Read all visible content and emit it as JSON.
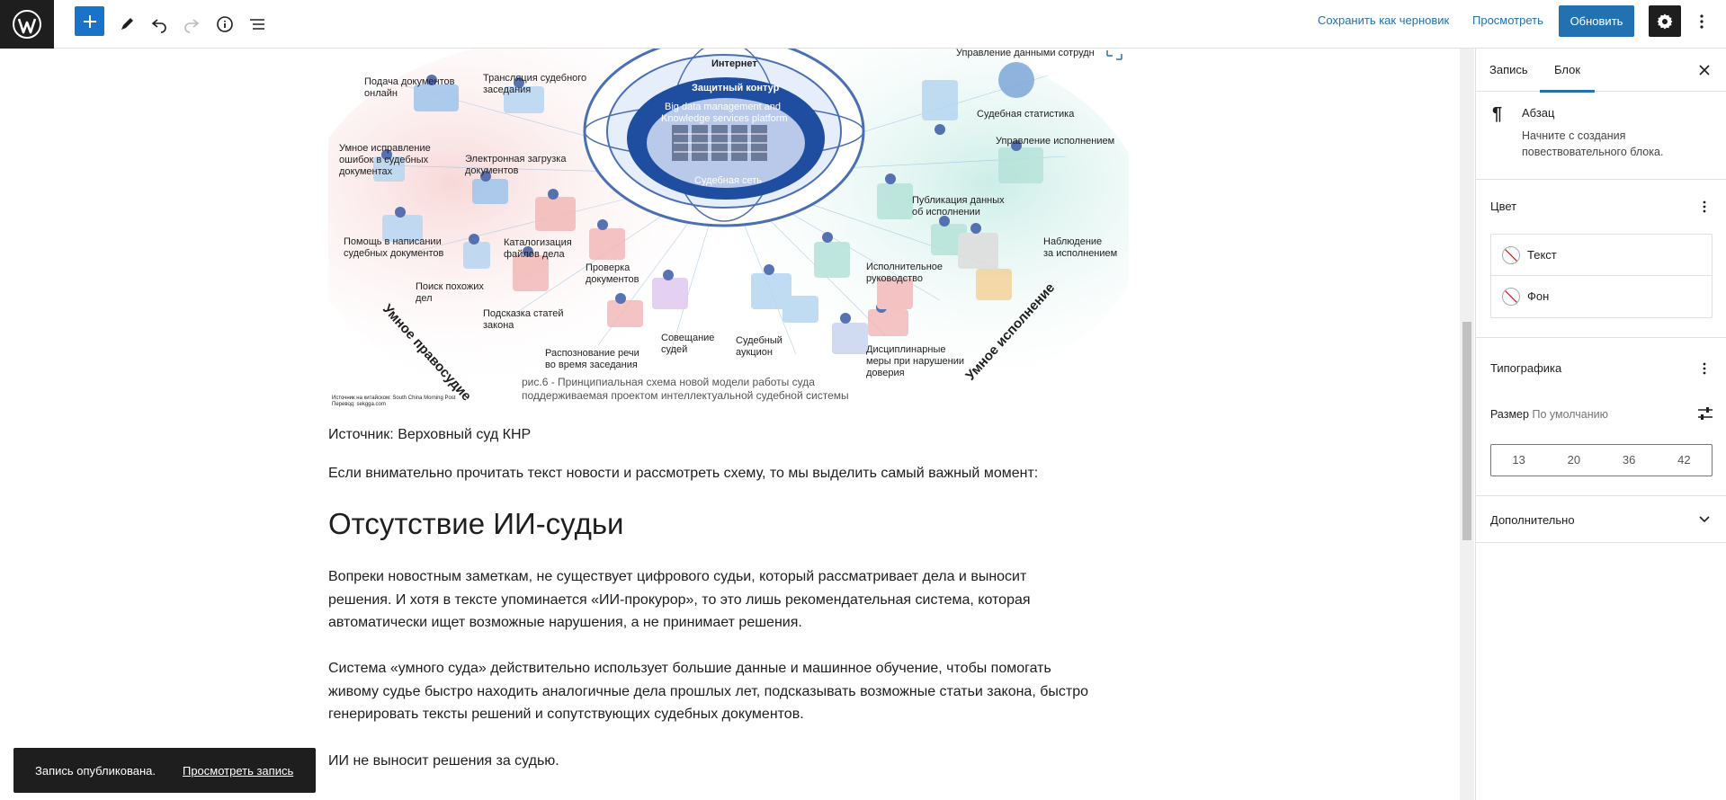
{
  "toolbar": {
    "save_draft_label": "Сохранить как черновик",
    "preview_label": "Просмотреть",
    "update_label": "Обновить"
  },
  "figure": {
    "labels": {
      "internet": "Интернет",
      "protected_contour": "Защитный контур",
      "platform_line1": "Big data management and",
      "platform_line2": "Knowledge services platform",
      "court_network": "Судебная сеть",
      "online_filing_1": "Подача документов",
      "online_filing_2": "онлайн",
      "broadcast_1": "Трансляция судебного",
      "broadcast_2": "заседания",
      "data_mgmt": "Управление данными сотрудн",
      "smart_fix_1": "Умное исправление",
      "smart_fix_2": "ошибок в судебных",
      "smart_fix_3": "документах",
      "e_upload_1": "Электронная загрузка",
      "e_upload_2": "документов",
      "judicial_stats": "Судебная статистика",
      "enforcement_mgmt": "Управление исполнением",
      "publish_1": "Публикация данных",
      "publish_2": "об исполнении",
      "help_writing_1": "Помощь в написании",
      "help_writing_2": "судебных документов",
      "catalog_1": "Каталогизация",
      "catalog_2": "файлов дела",
      "check_docs_1": "Проверка",
      "check_docs_2": "документов",
      "exec_mgmt_1": "Исполнительное",
      "exec_mgmt_2": "руководство",
      "monitor_1": "Наблюдение",
      "monitor_2": "за исполнением",
      "similar_1": "Поиск похожих",
      "similar_2": "дел",
      "law_hint_1": "Подсказка статей",
      "law_hint_2": "закона",
      "judges_meeting_1": "Совещание",
      "judges_meeting_2": "судей",
      "auction_1": "Судебный",
      "auction_2": "аукцион",
      "discipline_1": "Дисциплинарные",
      "discipline_2": "меры при нарушении",
      "discipline_3": "доверия",
      "speech_1": "Распознование речи",
      "speech_2": "во время заседания",
      "smart_justice": "Умное правосудие",
      "smart_execution": "Умное исполнение",
      "source_small_1": "Источник на китайском: South China Morning Post",
      "source_small_2": "Перевод: sekgga.com",
      "caption_1": "рис.6 - Принципиальная схема новой модели работы суда",
      "caption_2": "поддерживаемая проектом интеллектуальной судебной системы"
    }
  },
  "post": {
    "source": "Источник: Верховный суд КНР",
    "intro": "Если внимательно прочитать текст новости и рассмотреть схему, то мы выделить самый важный момент:",
    "heading": "Отсутствие ИИ-судьи",
    "p1_l1": "Вопреки новостным заметкам, не существует цифрового судьи, который рассматривает дела и выносит",
    "p1_l2": "решения. И хотя в тексте упоминается «ИИ-прокурор», то это лишь рекомендательная система, которая",
    "p1_l3": "автоматически ищет возможные нарушения, а не принимает решения.",
    "p2_l1": "Система «умного суда» действительно использует большие данные и машинное обучение, чтобы помогать",
    "p2_l2": "живому судье быстро находить аналогичные дела прошлых лет, подсказывать возможные статьи закона, быстро",
    "p2_l3": "генерировать тексты решений и сопутствующих судебных документов.",
    "p3": "ИИ не выносит решения за судью."
  },
  "sidebar": {
    "tab_post": "Запись",
    "tab_block": "Блок",
    "block_name": "Абзац",
    "block_desc_1": "Начните с создания",
    "block_desc_2": "повествовательного блока.",
    "color_title": "Цвет",
    "color_text": "Текст",
    "color_bg": "Фон",
    "typo_title": "Типографика",
    "size_label": "Размер",
    "size_value": "По умолчанию",
    "sizes": [
      "13",
      "20",
      "36",
      "42"
    ],
    "advanced": "Дополнительно"
  },
  "snackbar": {
    "message": "Запись опубликована.",
    "action": "Просмотреть запись"
  },
  "colors": {
    "accent": "#2271b1",
    "dark": "#1e1e1e"
  }
}
